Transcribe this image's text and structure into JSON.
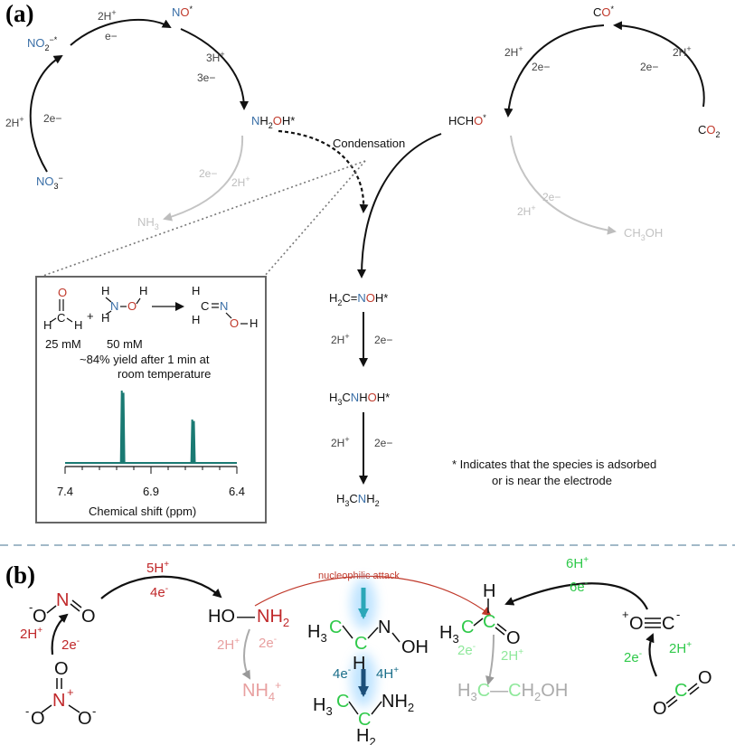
{
  "panel_a": {
    "label": "(a)",
    "nitrate_cycle": {
      "no3": {
        "pre": "NO",
        "sub": "3",
        "sup": "−"
      },
      "no2": {
        "pre": "NO",
        "sub": "2",
        "sup": "−*"
      },
      "no": {
        "n": "N",
        "o": "O",
        "star": "*"
      },
      "nh2oh": {
        "n1": "N",
        "h": "H",
        "sub": "2",
        "o": "O",
        "rest": "H*"
      },
      "nh3": {
        "pre": "NH",
        "sub": "3"
      },
      "step1_h": "2H",
      "step1_e": "2e−",
      "step2_h": "2H",
      "step2_e": "e−",
      "step3_h": "3H",
      "step3_e": "3e−",
      "step4_e": "2e−",
      "step4_h": "2H",
      "plus": "+"
    },
    "co2_cycle": {
      "co": {
        "c": "C",
        "o": "O",
        "star": "*"
      },
      "co2": {
        "c": "C",
        "o": "O",
        "sub": "2"
      },
      "hcho": {
        "pre": "HCH",
        "o": "O",
        "star": "*"
      },
      "ch3oh": {
        "pre": "CH",
        "sub": "3",
        "post": "OH"
      },
      "left_h": "2H",
      "left_e": "2e−",
      "right_e": "2e−",
      "right_h": "2H",
      "low_e": "2e−",
      "low_h": "2H",
      "plus": "+"
    },
    "condensation_label": "Condensation",
    "chain": {
      "s1": {
        "a": "H",
        "sub": "2",
        "b": "C=",
        "n": "N",
        "o": "O",
        "c": "H*"
      },
      "s2": {
        "a": "H",
        "sub": "3",
        "b": "C",
        "n": "N",
        "c": "H",
        "o": "O",
        "d": "H*"
      },
      "s3": {
        "a": "H",
        "sub": "3",
        "b": "C",
        "n": "N",
        "c": "H",
        "sub2": "2"
      },
      "step_h": "2H",
      "step_e": "2e−",
      "plus": "+"
    },
    "footnote": [
      "* Indicates that the species is adsorbed",
      "or is near the electrode"
    ],
    "inset": {
      "conc1": "25 mM",
      "conc2": "50 mM",
      "yield_lines": [
        "~84% yield after 1 min at",
        "room temperature"
      ],
      "reactant1": {
        "o": "O",
        "c": "C",
        "h1": "H",
        "h2": "H"
      },
      "reactant2": {
        "h1": "H",
        "h2": "H",
        "n": "N",
        "o": "O"
      },
      "product": {
        "h1": "H",
        "h2": "H",
        "c": "C",
        "n": "N",
        "o": "O",
        "h3": "H"
      },
      "plus": "+",
      "nmr": {
        "type": "line",
        "xlabel": "Chemical shift (ppm)",
        "x_ticks": [
          "7.4",
          "6.9",
          "6.4"
        ],
        "xlim": [
          7.4,
          6.4
        ],
        "peaks_ppm": [
          7.07,
          7.06,
          6.66,
          6.65
        ],
        "color": "#1a7a73"
      }
    }
  },
  "panel_b": {
    "label": "(b)",
    "nitrate": {
      "n": "N",
      "sup_plus": "+",
      "o": "O",
      "minus": "-"
    },
    "nitrite": {
      "n": "N",
      "o": "O",
      "minus": "-"
    },
    "step1": {
      "h": "2H",
      "sup": "+",
      "e": "2e"
    },
    "step2": {
      "h": "5H",
      "sup": "+",
      "e": "4e"
    },
    "hydroxylamine": {
      "ho": "HO",
      "nh": "NH",
      "sub": "2"
    },
    "ammonia_step": {
      "h": "2H",
      "sup": "+",
      "e": "2e"
    },
    "ammonia": {
      "nh": "NH",
      "sub": "4",
      "sup": "+"
    },
    "attack_label": "nucleophilic attack",
    "oxime": {
      "h3": "H",
      "sub3": "3",
      "c1": "C",
      "c2": "C",
      "n": "N",
      "oh": "OH",
      "h": "H"
    },
    "red_step": {
      "e": "4e",
      "h": "4H",
      "sup": "+"
    },
    "amine": {
      "h3": "H",
      "sub3": "3",
      "c1": "C",
      "c2": "C",
      "nh": "NH",
      "sub2": "2",
      "h": "H"
    },
    "acetaldehyde": {
      "h": "H",
      "h3": "H",
      "sub3": "3",
      "c1": "C",
      "c2": "C",
      "o": "O"
    },
    "ald_step": {
      "e": "2e",
      "h": "2H",
      "sup": "+"
    },
    "ethanol": {
      "h3": "H",
      "sub3": "3",
      "c1": "C",
      "dash": "—",
      "c2": "C",
      "h2": "H",
      "sub2": "2",
      "oh": "OH"
    },
    "co_step": {
      "h": "6H",
      "sup": "+",
      "e": "6e"
    },
    "co": {
      "plus": "+",
      "o": "O",
      "c": "C",
      "minus": "-"
    },
    "co2_step": {
      "e": "2e",
      "h": "2H",
      "sup": "+"
    },
    "co2": {
      "o1": "O",
      "c": "C",
      "o2": "O"
    },
    "minus": "-"
  }
}
